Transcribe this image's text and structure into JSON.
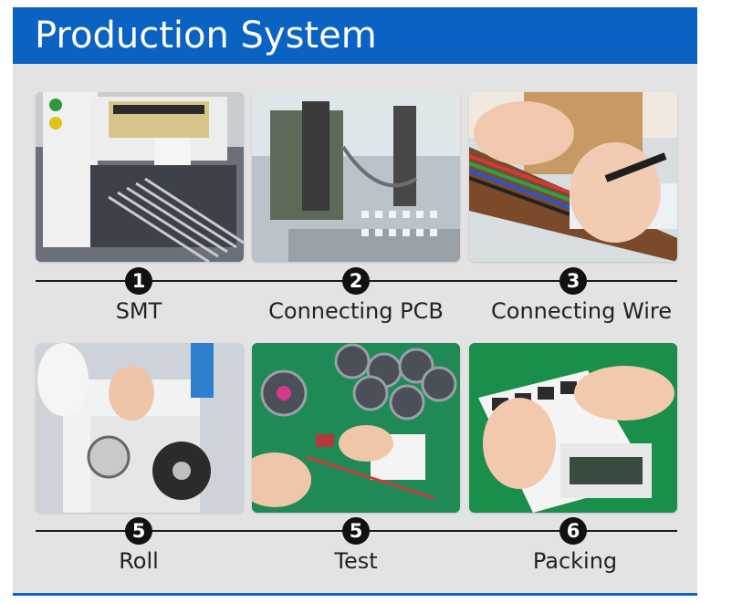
{
  "header": {
    "title": "Production System"
  },
  "colors": {
    "header_bg": "#0a63c2",
    "panel_bg": "#e3e3e3",
    "badge": "#111111"
  },
  "steps": [
    {
      "number": "1",
      "label": "SMT",
      "icon": "smt-machine-photo"
    },
    {
      "number": "2",
      "label": "Connecting PCB",
      "icon": "pcb-soldering-photo"
    },
    {
      "number": "3",
      "label": "Connecting Wire",
      "icon": "wire-soldering-photo"
    },
    {
      "number": "5",
      "label": "Roll",
      "icon": "reel-rolling-photo"
    },
    {
      "number": "5",
      "label": "Test",
      "icon": "led-strip-test-photo"
    },
    {
      "number": "6",
      "label": "Packing",
      "icon": "packing-photo"
    }
  ]
}
